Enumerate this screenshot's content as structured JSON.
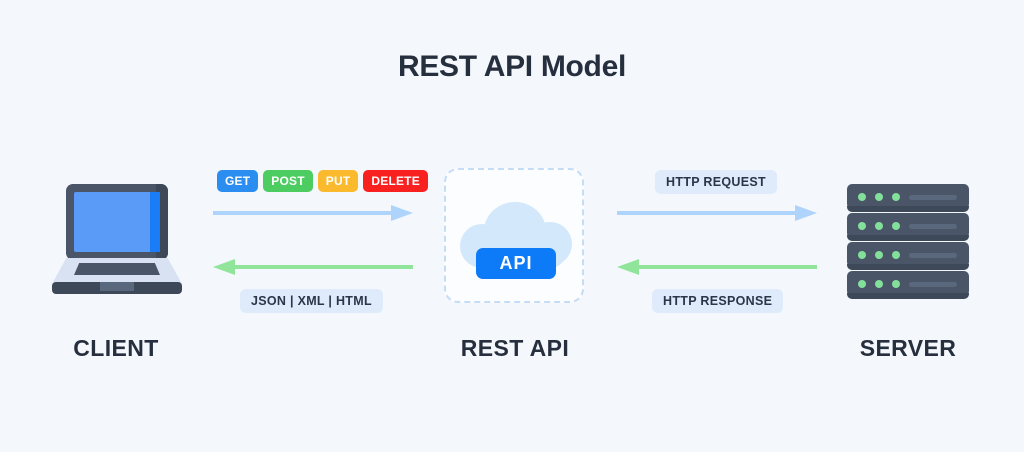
{
  "title": "REST API Model",
  "background_color": "#f4f7fc",
  "nodes": {
    "client": {
      "label": "CLIENT",
      "icon": "laptop-icon"
    },
    "rest_api": {
      "label": "REST API",
      "badge": "API",
      "icon": "cloud-icon"
    },
    "server": {
      "label": "SERVER",
      "icon": "server-stack-icon",
      "rack_count": 4,
      "leds_per_rack": 3
    }
  },
  "methods": [
    {
      "name": "GET",
      "color": "#2b8df0"
    },
    {
      "name": "POST",
      "color": "#4ccc61"
    },
    {
      "name": "PUT",
      "color": "#fbba2e"
    },
    {
      "name": "DELETE",
      "color": "#f92020"
    }
  ],
  "pills": {
    "formats": "JSON  |  XML  |  HTML",
    "http_request": "HTTP REQUEST",
    "http_response": "HTTP RESPONSE"
  },
  "arrows": {
    "request_color": "#aed4fb",
    "response_color": "#90e59b",
    "left_top": {
      "direction": "right",
      "semantic": "client-to-api-request"
    },
    "left_bottom": {
      "direction": "left",
      "semantic": "api-to-client-response"
    },
    "right_top": {
      "direction": "right",
      "semantic": "api-to-server-request"
    },
    "right_bottom": {
      "direction": "left",
      "semantic": "server-to-api-response"
    }
  }
}
